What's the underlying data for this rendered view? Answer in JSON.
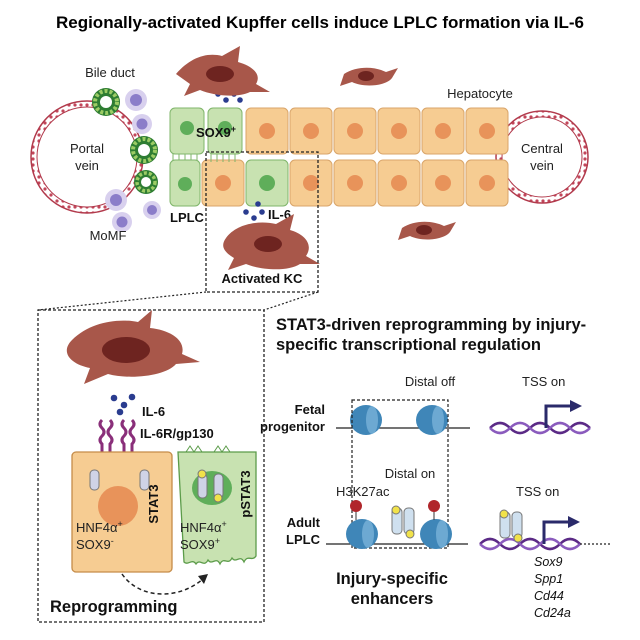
{
  "title": "Regionally-activated Kupffer cells induce LPLC formation via IL-6",
  "top_panel": {
    "bile_duct": "Bile duct",
    "portal_vein": [
      "Portal",
      "vein"
    ],
    "central_vein": [
      "Central",
      "vein"
    ],
    "hepatocyte": "Hepatocyte",
    "sox9": "SOX9",
    "sox9_sup": "+",
    "lplc": "LPLC",
    "il6": "IL-6",
    "momf": "MoMF",
    "activated_kc": "Activated KC"
  },
  "inset": {
    "il6": "IL-6",
    "receptor": "IL-6R/gp130",
    "stat3": "STAT3",
    "pstat3": "pSTAT3",
    "hep_marker_1": "HNF4α",
    "hep_marker_1_sup": "+",
    "hep_marker_2": "SOX9",
    "hep_marker_2_sup": "-",
    "lplc_marker_1": "HNF4α",
    "lplc_marker_1_sup": "+",
    "lplc_marker_2": "SOX9",
    "lplc_marker_2_sup": "+",
    "reprogramming": "Reprogramming"
  },
  "right_panel": {
    "heading_line1": "STAT3-driven reprogramming by injury-",
    "heading_line2": "specific transcriptional regulation",
    "distal_off": "Distal off",
    "tss_on_top": "TSS on",
    "fetal_1": "Fetal",
    "fetal_2": "progenitor",
    "distal_on": "Distal on",
    "h3k27ac": "H3K27ac",
    "tss_on_bottom": "TSS on",
    "adult_1": "Adult",
    "adult_2": "LPLC",
    "enhancers_1": "Injury-specific",
    "enhancers_2": "enhancers",
    "genes": [
      "Sox9",
      "Spp1",
      "Cd44",
      "Cd24a"
    ]
  },
  "colors": {
    "hepatocyte_fill": "#f6cc92",
    "hepatocyte_nucleus": "#e8935a",
    "lplc_fill": "#c8e2b1",
    "lplc_nucleus": "#5fae5a",
    "kupffer": "#a8574a",
    "kupffer_nucleus": "#6e2420",
    "nucleosome": "#3f86b8",
    "dna": "#5b2a86",
    "il6_dot": "#2a3c8f"
  }
}
